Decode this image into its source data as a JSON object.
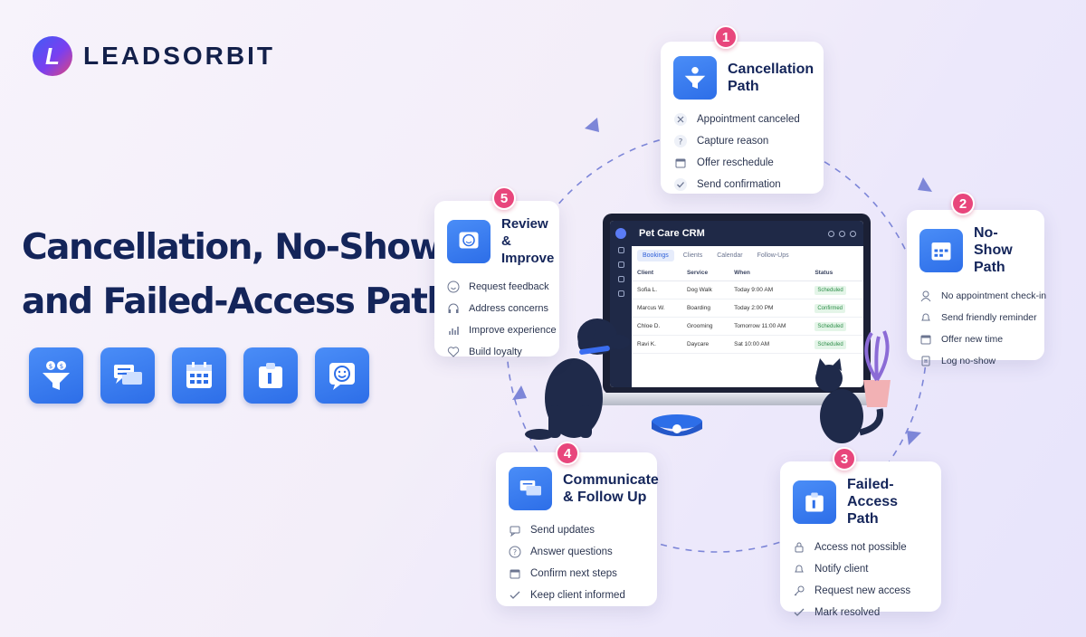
{
  "brand": {
    "logo_letter": "L",
    "name": "LEADSORBIT"
  },
  "headline": {
    "line1": "Cancellation, No-Show,",
    "line2": "and Failed-Access Paths"
  },
  "icon_row": [
    "funnel-coins-icon",
    "chat-bubbles-icon",
    "calendar-icon",
    "clipboard-icon",
    "smiley-chat-icon"
  ],
  "cards": [
    {
      "number": "1",
      "title1": "Cancellation",
      "title2": "Path",
      "icon": "funnel-coins-icon",
      "items": [
        {
          "icon": "x-icon",
          "label": "Appointment canceled"
        },
        {
          "icon": "question-icon",
          "label": "Capture reason"
        },
        {
          "icon": "calendar-icon",
          "label": "Offer reschedule"
        },
        {
          "icon": "check-icon",
          "label": "Send confirmation"
        }
      ]
    },
    {
      "number": "2",
      "title1": "No-Show",
      "title2": "Path",
      "icon": "calendar-icon",
      "items": [
        {
          "icon": "user-icon",
          "label": "No appointment check-in"
        },
        {
          "icon": "bell-icon",
          "label": "Send friendly reminder"
        },
        {
          "icon": "calendar-icon",
          "label": "Offer new time"
        },
        {
          "icon": "document-icon",
          "label": "Log no-show"
        }
      ]
    },
    {
      "number": "3",
      "title1": "Failed-Access",
      "title2": "Path",
      "icon": "clipboard-icon",
      "items": [
        {
          "icon": "lock-icon",
          "label": "Access not possible"
        },
        {
          "icon": "bell-icon",
          "label": "Notify client"
        },
        {
          "icon": "key-icon",
          "label": "Request new access"
        },
        {
          "icon": "check-icon",
          "label": "Mark resolved"
        }
      ]
    },
    {
      "number": "4",
      "title1": "Communicate",
      "title2": "& Follow Up",
      "icon": "chat-bubbles-icon",
      "items": [
        {
          "icon": "message-icon",
          "label": "Send updates"
        },
        {
          "icon": "question-icon",
          "label": "Answer questions"
        },
        {
          "icon": "calendar-icon",
          "label": "Confirm next steps"
        },
        {
          "icon": "check-icon",
          "label": "Keep client informed"
        }
      ]
    },
    {
      "number": "5",
      "title1": "Review",
      "title2": "& Improve",
      "icon": "smiley-chat-icon",
      "items": [
        {
          "icon": "smile-icon",
          "label": "Request feedback"
        },
        {
          "icon": "headset-icon",
          "label": "Address concerns"
        },
        {
          "icon": "chart-icon",
          "label": "Improve experience"
        },
        {
          "icon": "heart-icon",
          "label": "Build loyalty"
        }
      ]
    }
  ],
  "crm": {
    "title": "Pet Care CRM",
    "tabs": [
      "Bookings",
      "Clients",
      "Calendar",
      "Follow-Ups"
    ],
    "columns": [
      "Client",
      "Service",
      "When",
      "Status"
    ],
    "rows": [
      [
        "Sofia L.",
        "Dog Walk",
        "Today 9:00 AM",
        "Scheduled"
      ],
      [
        "Marcus W.",
        "Boarding",
        "Today 2:00 PM",
        "Confirmed"
      ],
      [
        "Chloe D.",
        "Grooming",
        "Tomorrow 11:00 AM",
        "Scheduled"
      ],
      [
        "Ravi K.",
        "Daycare",
        "Sat 10:00 AM",
        "Scheduled"
      ]
    ]
  },
  "colors": {
    "accent": "#2d6ee8",
    "badge": "#e8467c",
    "navy": "#14255a"
  }
}
